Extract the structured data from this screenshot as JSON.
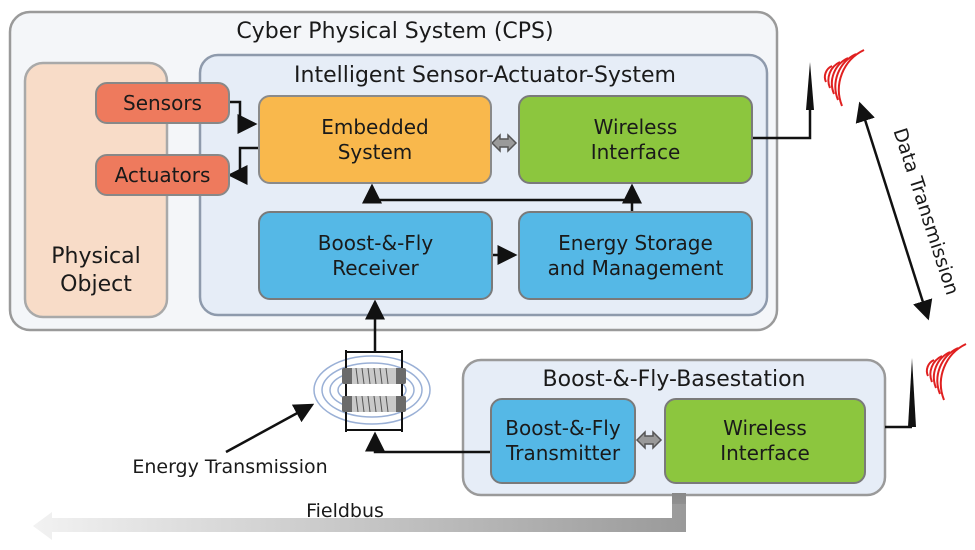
{
  "cps": {
    "title": "Cyber Physical System (CPS)"
  },
  "physical_object": {
    "label": "Physical\nObject"
  },
  "sensors": {
    "label": "Sensors"
  },
  "actuators": {
    "label": "Actuators"
  },
  "isas": {
    "title": "Intelligent Sensor-Actuator-System",
    "embedded": "Embedded\nSystem",
    "wireless": "Wireless\nInterface",
    "receiver": "Boost-&-Fly\nReceiver",
    "energy_storage": "Energy Storage\nand Management"
  },
  "basestation": {
    "title": "Boost-&-Fly-Basestation",
    "transmitter": "Boost-&-Fly\nTransmitter",
    "wireless": "Wireless\nInterface"
  },
  "labels": {
    "data_transmission": "Data Transmission",
    "energy_transmission": "Energy Transmission",
    "fieldbus": "Fieldbus"
  },
  "colors": {
    "embedded": "#f9b84c",
    "wireless": "#8cc63e",
    "receiver": "#55b8e6",
    "sensor": "#ee7a5d",
    "physical": "#f8dcc8",
    "radio_waves": "#e02020"
  }
}
